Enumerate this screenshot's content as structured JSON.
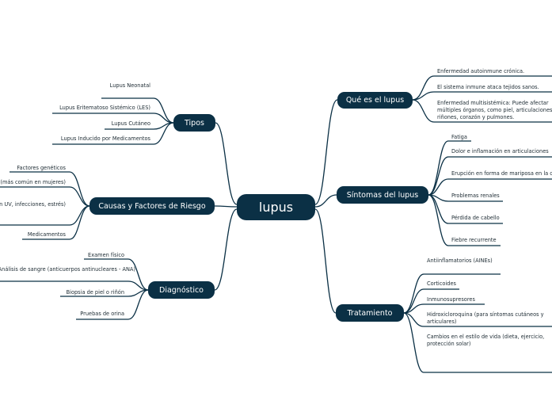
{
  "center": {
    "label": "lupus"
  },
  "colors": {
    "node": "#0b3045",
    "line": "#0b3045"
  },
  "branches": {
    "que_es": {
      "label": "Qué es el lupus",
      "items": [
        "Enfermedad autoinmune crónica.",
        "El sistema inmune ataca tejidos sanos.",
        "Enfermedad multisistémica: Puede afectar múltiples órganos, como piel, articulaciones, riñones, corazón y pulmones."
      ]
    },
    "sintomas": {
      "label": "Síntomas del lupus",
      "items": [
        "Fatiga",
        "Dolor e inflamación en articulaciones",
        "Erupción en forma de mariposa en la cara",
        "Problemas renales",
        "Pérdida de cabello",
        "Fiebre recurrente"
      ]
    },
    "tratamiento": {
      "label": "Tratamiento",
      "items": [
        "Antiinflamatorios (AINEs)",
        "Corticoides",
        "Inmunosupresores",
        "Hidroxicloroquina (para síntomas cutáneos y articulares)",
        "Cambios en el estilo de vida (dieta, ejercicio, protección solar)"
      ]
    },
    "tipos": {
      "label": "Tipos",
      "items": [
        "Lupus Neonatal",
        "Lupus Eritematoso Sistémico (LES)",
        "Lupus Cutáneo",
        "Lupus Inducido por Medicamentos"
      ]
    },
    "causas": {
      "label": "Causas y Factores de Riesgo",
      "items": [
        "Factores genéticos",
        "Hormonales (más común en mujeres)",
        "Ambientales (radiación UV, infecciones, estrés)",
        "Medicamentos"
      ]
    },
    "diagnostico": {
      "label": "Diagnóstico",
      "items": [
        "Examen físico",
        "Análisis de sangre (anticuerpos antinucleares - ANA)",
        "Biopsia de piel o riñón",
        "Pruebas de orina"
      ]
    }
  }
}
